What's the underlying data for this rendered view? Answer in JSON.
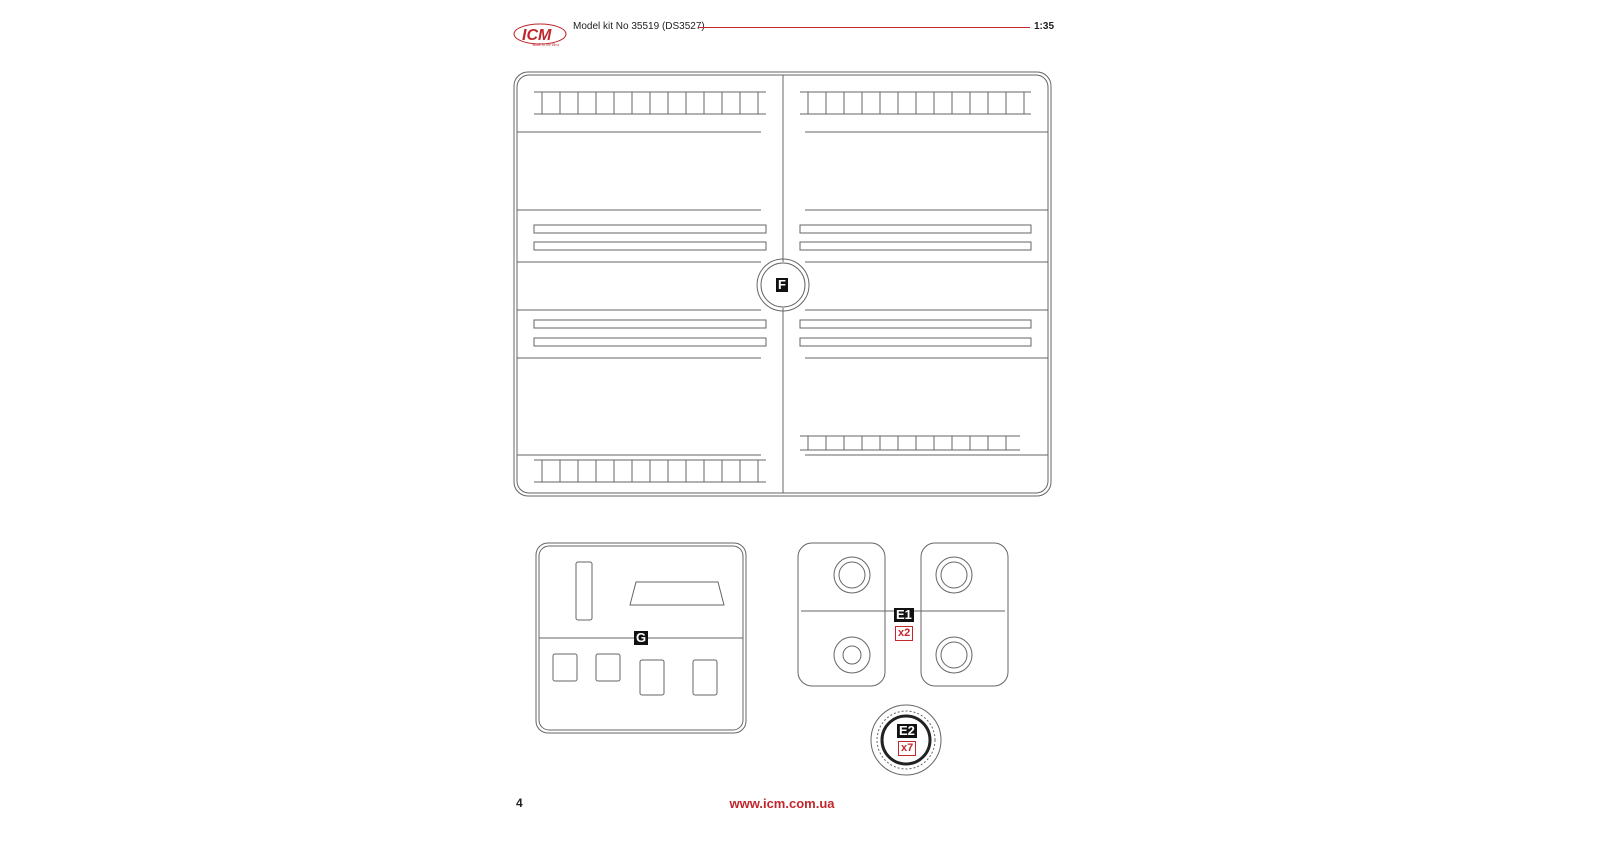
{
  "header": {
    "logo_text": "ICM",
    "logo_tagline": "Made in the Best",
    "title": "Model kit No 35519 (DS3527)",
    "scale": "1:35"
  },
  "sprues": {
    "F": {
      "label": "F"
    },
    "G": {
      "label": "G"
    },
    "E1": {
      "label": "E1",
      "multiplier": "x2"
    },
    "E2": {
      "label": "E2",
      "multiplier": "x7"
    }
  },
  "footer": {
    "page_number": "4",
    "website": "www.icm.com.ua"
  },
  "colors": {
    "accent": "#c0272d",
    "line": "#555555"
  }
}
